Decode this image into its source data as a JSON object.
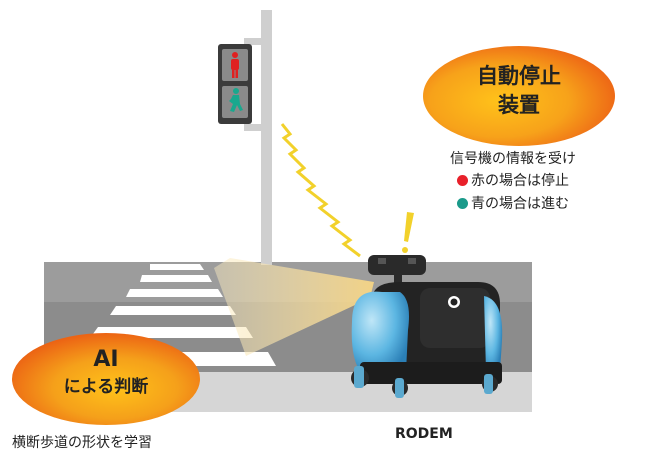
{
  "auto_stop": {
    "line1": "自動停止",
    "line2": "装置",
    "description": "信号機の情報を受け",
    "red_item": "赤の場合は停止",
    "green_item": "青の場合は進む"
  },
  "ai": {
    "line1": "AI",
    "line2": "による判断",
    "caption": "横断歩道の形状を学習"
  },
  "robot": {
    "label": "RODEM"
  },
  "colors": {
    "red_dot": "#e8202a",
    "green_dot": "#1a9a8a",
    "bubble_orange": "#f07a1a"
  }
}
